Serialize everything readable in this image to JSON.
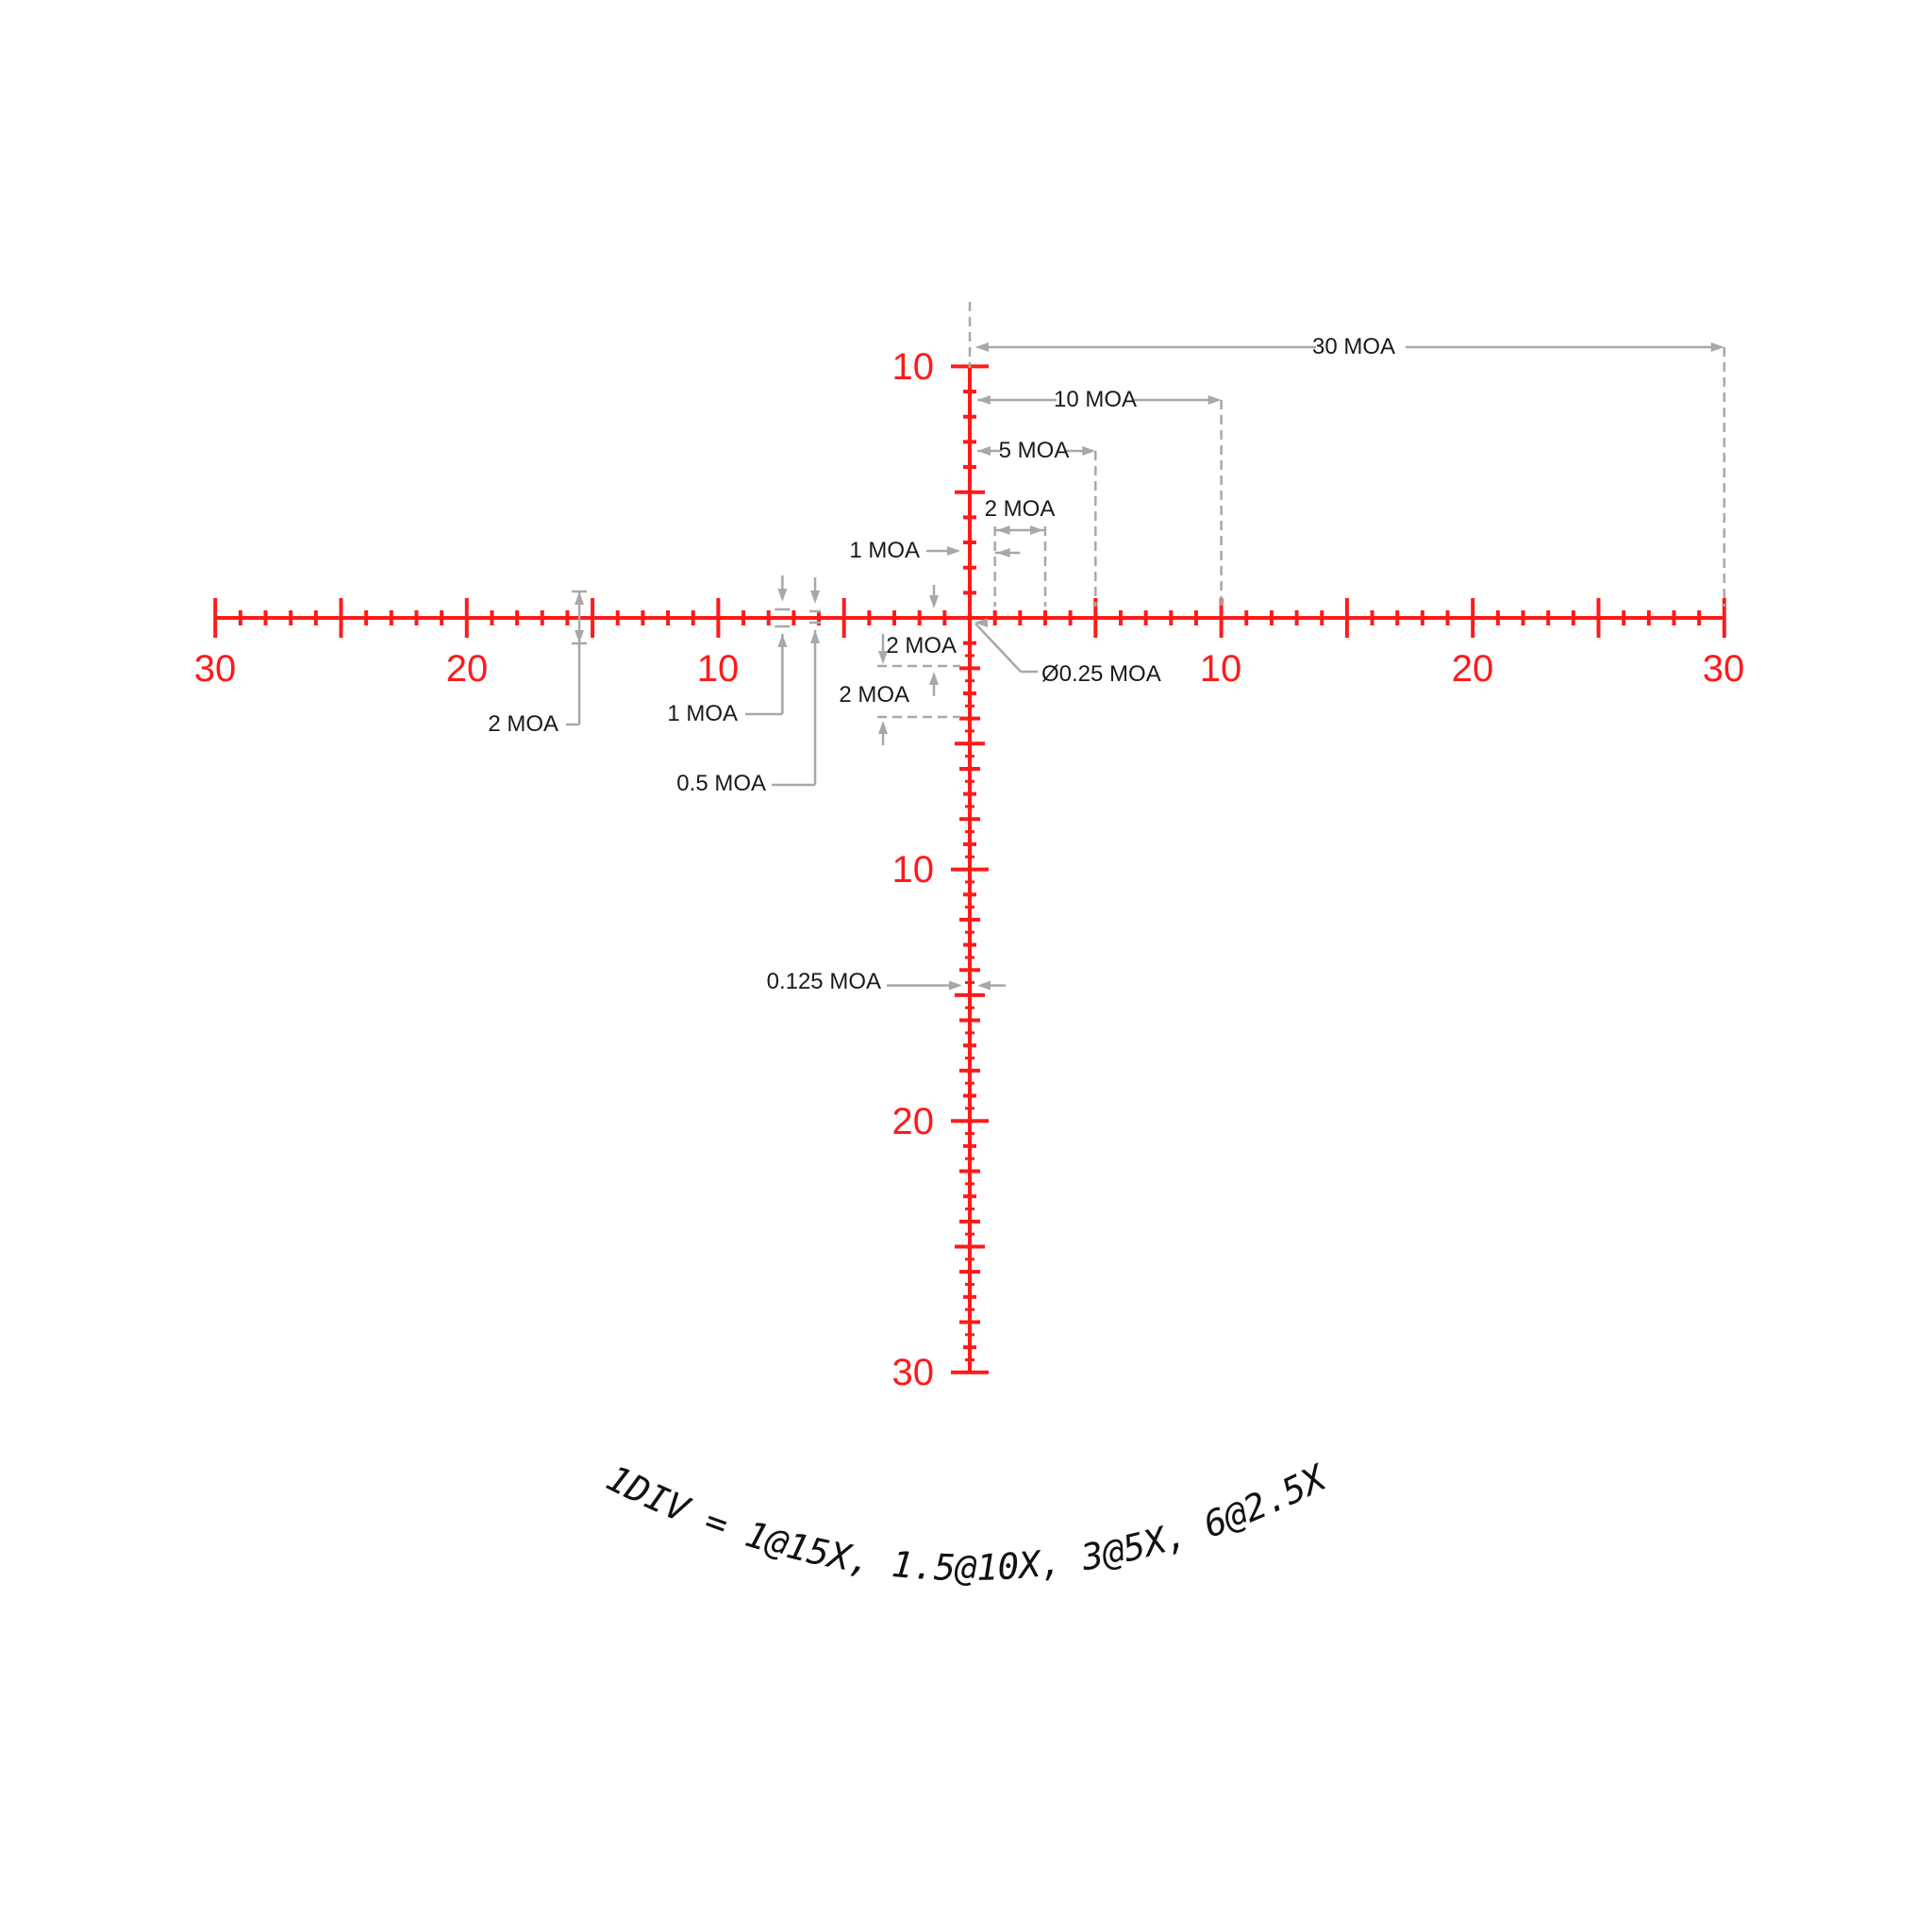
{
  "colors": {
    "reticle": "#ff1a1a",
    "dimension": "#a8a8a8",
    "text": "#1a1a1a",
    "background": "#ffffff"
  },
  "reticle": {
    "scale_unit": "MOA",
    "h_range": [
      -30,
      30
    ],
    "v_range": [
      -10,
      30
    ],
    "h_labels": {
      "left_30": "30",
      "left_20": "20",
      "left_10": "10",
      "right_10": "10",
      "right_20": "20",
      "right_30": "30"
    },
    "v_labels": {
      "top_10": "10",
      "bottom_10": "10",
      "bottom_20": "20",
      "bottom_30": "30"
    }
  },
  "dimensions": {
    "d30": "30 MOA",
    "d10": "10 MOA",
    "d5": "5 MOA",
    "d2_upper": "2 MOA",
    "d1_upper": "1 MOA",
    "d2_lower_right": "2 MOA",
    "d2_lower": "2 MOA",
    "dot": "Ø0.25 MOA",
    "d2_left": "2 MOA",
    "d1_left": "1 MOA",
    "d05_left": "0.5 MOA",
    "d0125": "0.125 MOA"
  },
  "caption": "1DIV = 1@15X, 1.5@10X, 3@5X, 6@2.5X"
}
